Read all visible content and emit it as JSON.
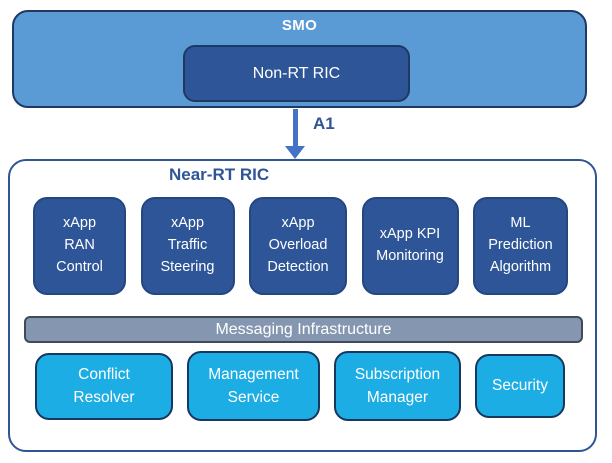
{
  "diagram": {
    "smo": {
      "label": "SMO",
      "non_rt_ric": {
        "label": "Non-RT RIC"
      }
    },
    "a1_interface": {
      "label": "A1"
    },
    "near_rt_ric": {
      "label": "Near-RT RIC",
      "xapps": [
        {
          "label": "xApp\nRAN\nControl"
        },
        {
          "label": "xApp\nTraffic\nSteering"
        },
        {
          "label": "xApp\nOverload\nDetection"
        },
        {
          "label": "xApp KPI\nMonitoring"
        },
        {
          "label": "ML\nPrediction\nAlgorithm"
        }
      ],
      "messaging": {
        "label": "Messaging Infrastructure"
      },
      "services": [
        {
          "label": "Conflict\nResolver"
        },
        {
          "label": "Management\nService"
        },
        {
          "label": "Subscription\nManager"
        },
        {
          "label": "Security"
        }
      ]
    },
    "colors": {
      "smo_fill": "#5B9BD5",
      "dark_navy_border": "#1F3864",
      "dark_box_fill": "#2E5597",
      "container_border": "#2F5597",
      "accent_text": "#2F5597",
      "arrow": "#4472C4",
      "messaging_fill": "#8496B0",
      "messaging_border": "#404A5A",
      "service_fill": "#1CADE4",
      "service_border": "#17375E"
    }
  }
}
